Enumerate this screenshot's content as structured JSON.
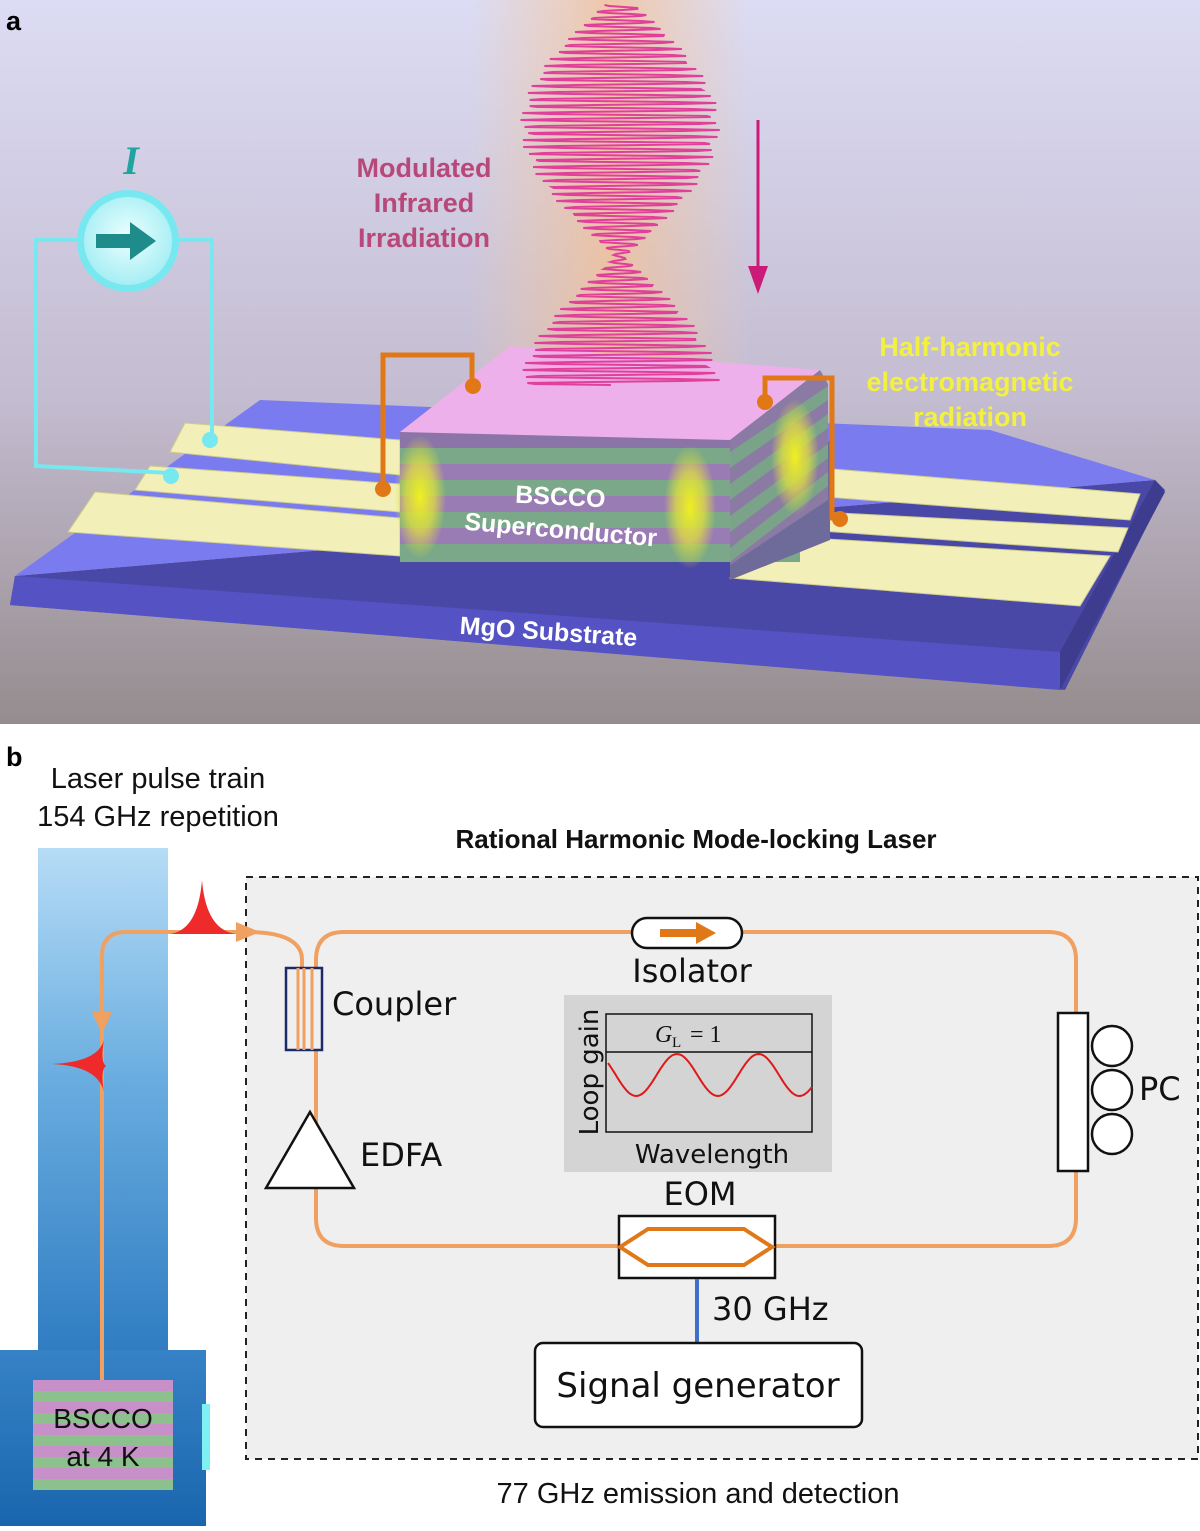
{
  "panel_a": {
    "label": "a",
    "current_symbol": "I",
    "infrared_label": [
      "Modulated",
      "Infrared",
      "Irradiation"
    ],
    "radiation_label": [
      "Half-harmonic",
      "electromagnetic",
      "radiation"
    ],
    "sample_label": [
      "BSCCO",
      "Superconductor"
    ],
    "substrate_label": "MgO Substrate"
  },
  "panel_b": {
    "label": "b",
    "pulse_train_label": [
      "Laser pulse train",
      "154 GHz repetition"
    ],
    "laser_title": "Rational Harmonic Mode-locking Laser",
    "isolator_label": "Isolator",
    "coupler_label": "Coupler",
    "edfa_label": "EDFA",
    "pc_label": "PC",
    "eom_label": "EOM",
    "frequency_label": "30 GHz",
    "signal_generator_label": "Signal generator",
    "inset": {
      "y_label": "Loop gain",
      "x_label": "Wavelength",
      "gain_symbol": "G",
      "gain_subscript": "L",
      "gain_value": "= 1"
    },
    "sample_label": [
      "BSCCO",
      "at 4 K"
    ],
    "emission_label": "77 GHz emission and detection"
  },
  "colors": {
    "substrate": "#7b7bf0",
    "electrode": "#f2f0b8",
    "bscco_top": "#eeb0ea",
    "wire": "#e07818",
    "infrared": "#e0409a",
    "current_loop": "#78e8f0",
    "fiber": "#f0a060",
    "cryostat_dark": "#1f6fb8"
  }
}
